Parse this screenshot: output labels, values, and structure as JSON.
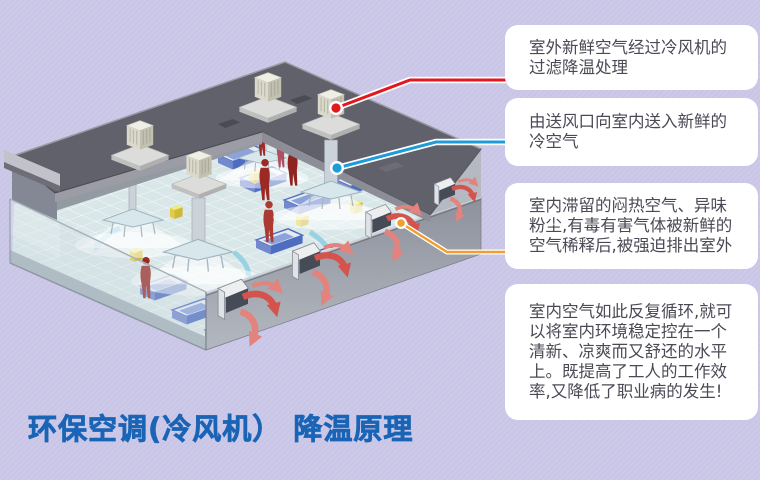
{
  "title": "环保空调(冷风机） 降温原理",
  "colors": {
    "connector_red": "#e3181d",
    "connector_blue": "#1e9cd7",
    "connector_orange": "#f09f2e",
    "title_blue": "#1a64b6",
    "background_purple": "#c9c5e6",
    "callout_bg": "#ffffff"
  },
  "callouts": [
    {
      "id": 1,
      "connector": "red",
      "lines": [
        "室外新鲜空气经过冷风机的",
        "过滤降温处理"
      ]
    },
    {
      "id": 2,
      "connector": "blue",
      "lines": [
        "由送风口向室内送入新鲜的",
        "冷空气"
      ]
    },
    {
      "id": 3,
      "connector": "orange",
      "lines": [
        "室内滞留的闷热空气、异味",
        "粉尘,有毒有害气体被新鲜的",
        "空气稀释后,被强迫排出室外"
      ]
    },
    {
      "id": 4,
      "connector": "none",
      "lines": [
        "室内空气如此反复循环,就可",
        "以将室内环境稳定控在一个",
        "清新、凉爽而又舒还的水平",
        "上。既提高了工人的工作效",
        "率,又降低了职业病的发生!"
      ]
    }
  ],
  "diagram": {
    "subject": "evaporative-cooler-factory-cutaway",
    "elements": [
      "rooftop-cooler-units",
      "supply-air-ducts",
      "air-diffusers",
      "exhaust-louvers",
      "exhaust-air-arrows",
      "workers",
      "workstations"
    ]
  }
}
